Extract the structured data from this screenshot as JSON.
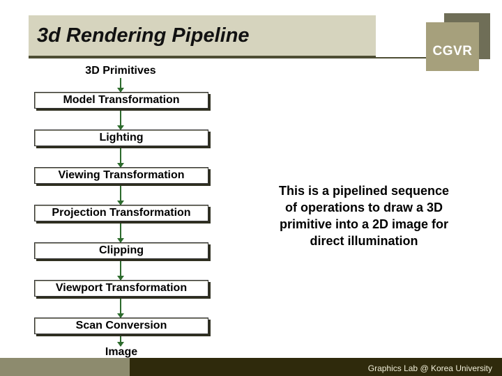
{
  "slide": {
    "title": "3d Rendering Pipeline",
    "logo": "CGVR",
    "footer": "Graphics Lab @ Korea University"
  },
  "pipeline": {
    "input": "3D Primitives",
    "stages": [
      "Model Transformation",
      "Lighting",
      "Viewing Transformation",
      "Projection Transformation",
      "Clipping",
      "Viewport Transformation",
      "Scan Conversion"
    ],
    "output": "Image"
  },
  "description": "This is a pipelined sequence of operations to draw a 3D primitive into a 2D image for direct illumination",
  "colors": {
    "title_bar": "#d6d4be",
    "logo": "#a6a07c",
    "arrow": "#2d6b2d",
    "footer_dark": "#2f2a0c",
    "footer_light": "#8d8b6e"
  }
}
